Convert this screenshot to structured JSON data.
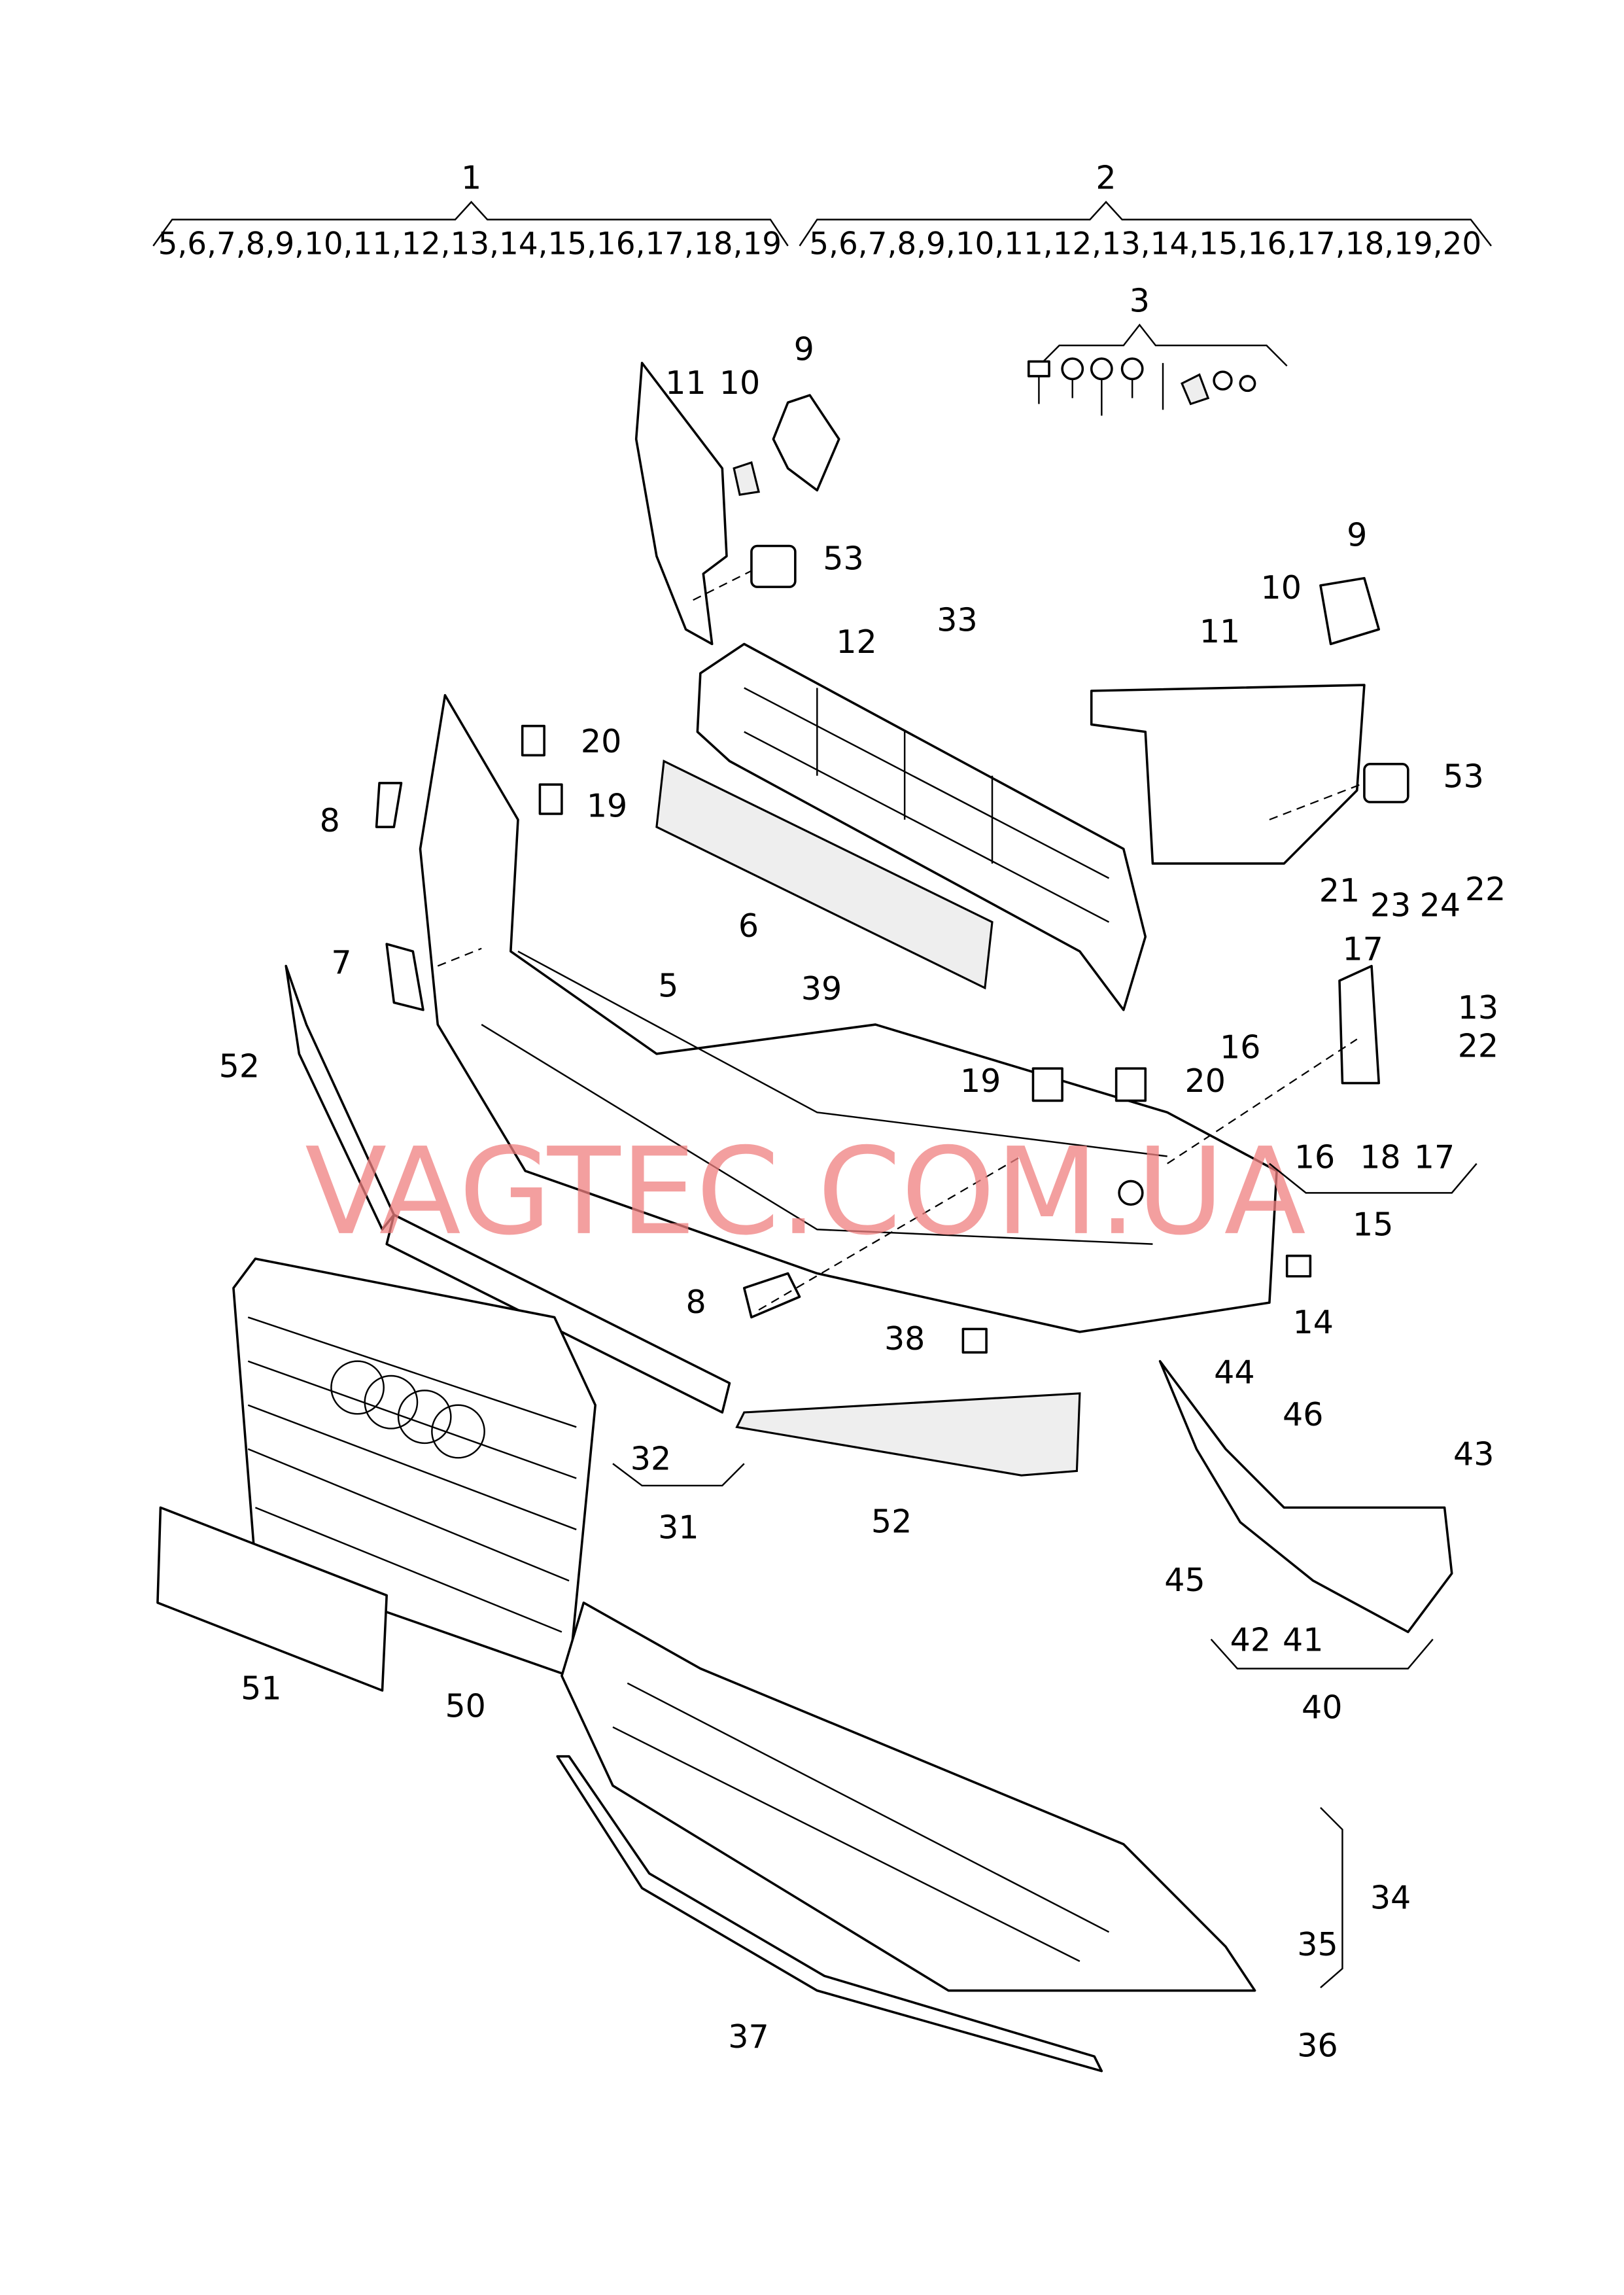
{
  "header": {
    "group1_ref": "1",
    "group1_parts": "5,6,7,8,9,10,11,12,13,14,15,16,17,18,19",
    "group2_ref": "2",
    "group2_parts": "5,6,7,8,9,10,11,12,13,14,15,16,17,18,19,20",
    "group3_ref": "3"
  },
  "watermark": "VAGTEC.COM.UA",
  "callouts": [
    "9",
    "11",
    "10",
    "53",
    "9",
    "10",
    "11",
    "53",
    "12",
    "33",
    "20",
    "19",
    "8",
    "7",
    "6",
    "5",
    "39",
    "19",
    "20",
    "21",
    "23",
    "24",
    "22",
    "17",
    "13",
    "16",
    "22",
    "16",
    "18",
    "17",
    "15",
    "52",
    "14",
    "8",
    "38",
    "44",
    "46",
    "43",
    "45",
    "42",
    "41",
    "40",
    "32",
    "31",
    "52",
    "51",
    "50",
    "34",
    "35",
    "36",
    "37"
  ]
}
